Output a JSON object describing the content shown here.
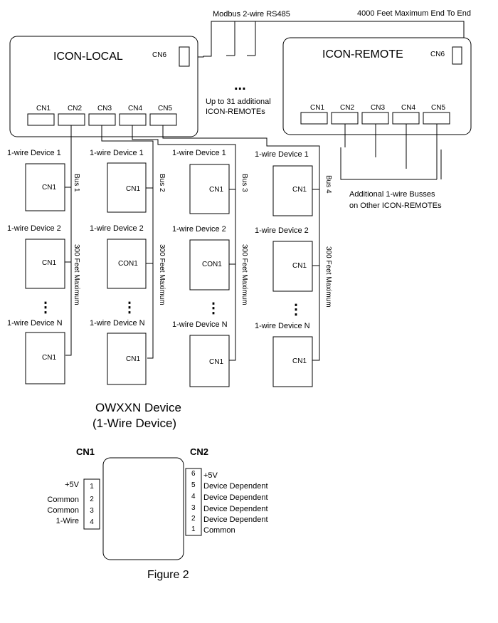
{
  "top": {
    "modbus": "Modbus 2-wire RS485",
    "max_end": "4000 Feet Maximum End To End"
  },
  "local": {
    "title": "ICON-LOCAL",
    "cn6": "CN6",
    "connectors": [
      "CN1",
      "CN2",
      "CN3",
      "CN4",
      "CN5"
    ]
  },
  "remote": {
    "title": "ICON-REMOTE",
    "cn6": "CN6",
    "connectors": [
      "CN1",
      "CN2",
      "CN3",
      "CN4",
      "CN5"
    ]
  },
  "middle": {
    "ellipsis": "...",
    "additional_1": "Up to 31 additional",
    "additional_2": "ICON-REMOTEs"
  },
  "busses_note": {
    "line1": "Additional 1-wire Busses",
    "line2": "on Other ICON-REMOTEs"
  },
  "columns": [
    {
      "bus": "Bus 1",
      "distance": "300 Feet Maximum",
      "device1_label": "1-wire Device 1",
      "device1_cn": "CN1",
      "device2_label": "1-wire Device 2",
      "device2_cn": "CN1",
      "dots": "⋮",
      "deviceN_label": "1-wire Device N",
      "deviceN_cn": "CN1"
    },
    {
      "bus": "Bus 2",
      "distance": "300 Feet Maximum",
      "device1_label": "1-wire Device 1",
      "device1_cn": "CN1",
      "device2_label": "1-wire Device 2",
      "device2_cn": "CON1",
      "dots": "⋮",
      "deviceN_label": "1-wire Device N",
      "deviceN_cn": "CN1"
    },
    {
      "bus": "Bus 3",
      "distance": "300 Feet Maximum",
      "device1_label": "1-wire Device 1",
      "device1_cn": "CN1",
      "device2_label": "1-wire Device 2",
      "device2_cn": "CON1",
      "dots": "⋮",
      "deviceN_label": "1-wire Device N",
      "deviceN_cn": "CN1"
    },
    {
      "bus": "Bus 4",
      "distance": "300 Feet Maximum",
      "device1_label": "1-wire Device 1",
      "device1_cn": "CN1",
      "device2_label": "1-wire Device 2",
      "device2_cn": "CN1",
      "dots": "⋮",
      "deviceN_label": "1-wire Device N",
      "deviceN_cn": "CN1"
    }
  ],
  "owxxn": {
    "title1": "OWXXN Device",
    "title2": "(1-Wire Device)",
    "cn1_label": "CN1",
    "cn2_label": "CN2",
    "cn1_pins": [
      {
        "num": "1",
        "label": "+5V"
      },
      {
        "num": "2",
        "label": "Common"
      },
      {
        "num": "3",
        "label": "Common"
      },
      {
        "num": "4",
        "label": "1-Wire"
      }
    ],
    "cn2_pins": [
      {
        "num": "6",
        "label": "+5V"
      },
      {
        "num": "5",
        "label": "Device Dependent"
      },
      {
        "num": "4",
        "label": "Device Dependent"
      },
      {
        "num": "3",
        "label": "Device Dependent"
      },
      {
        "num": "2",
        "label": "Device Dependent"
      },
      {
        "num": "1",
        "label": "Common"
      }
    ]
  },
  "figure_caption": "Figure 2"
}
